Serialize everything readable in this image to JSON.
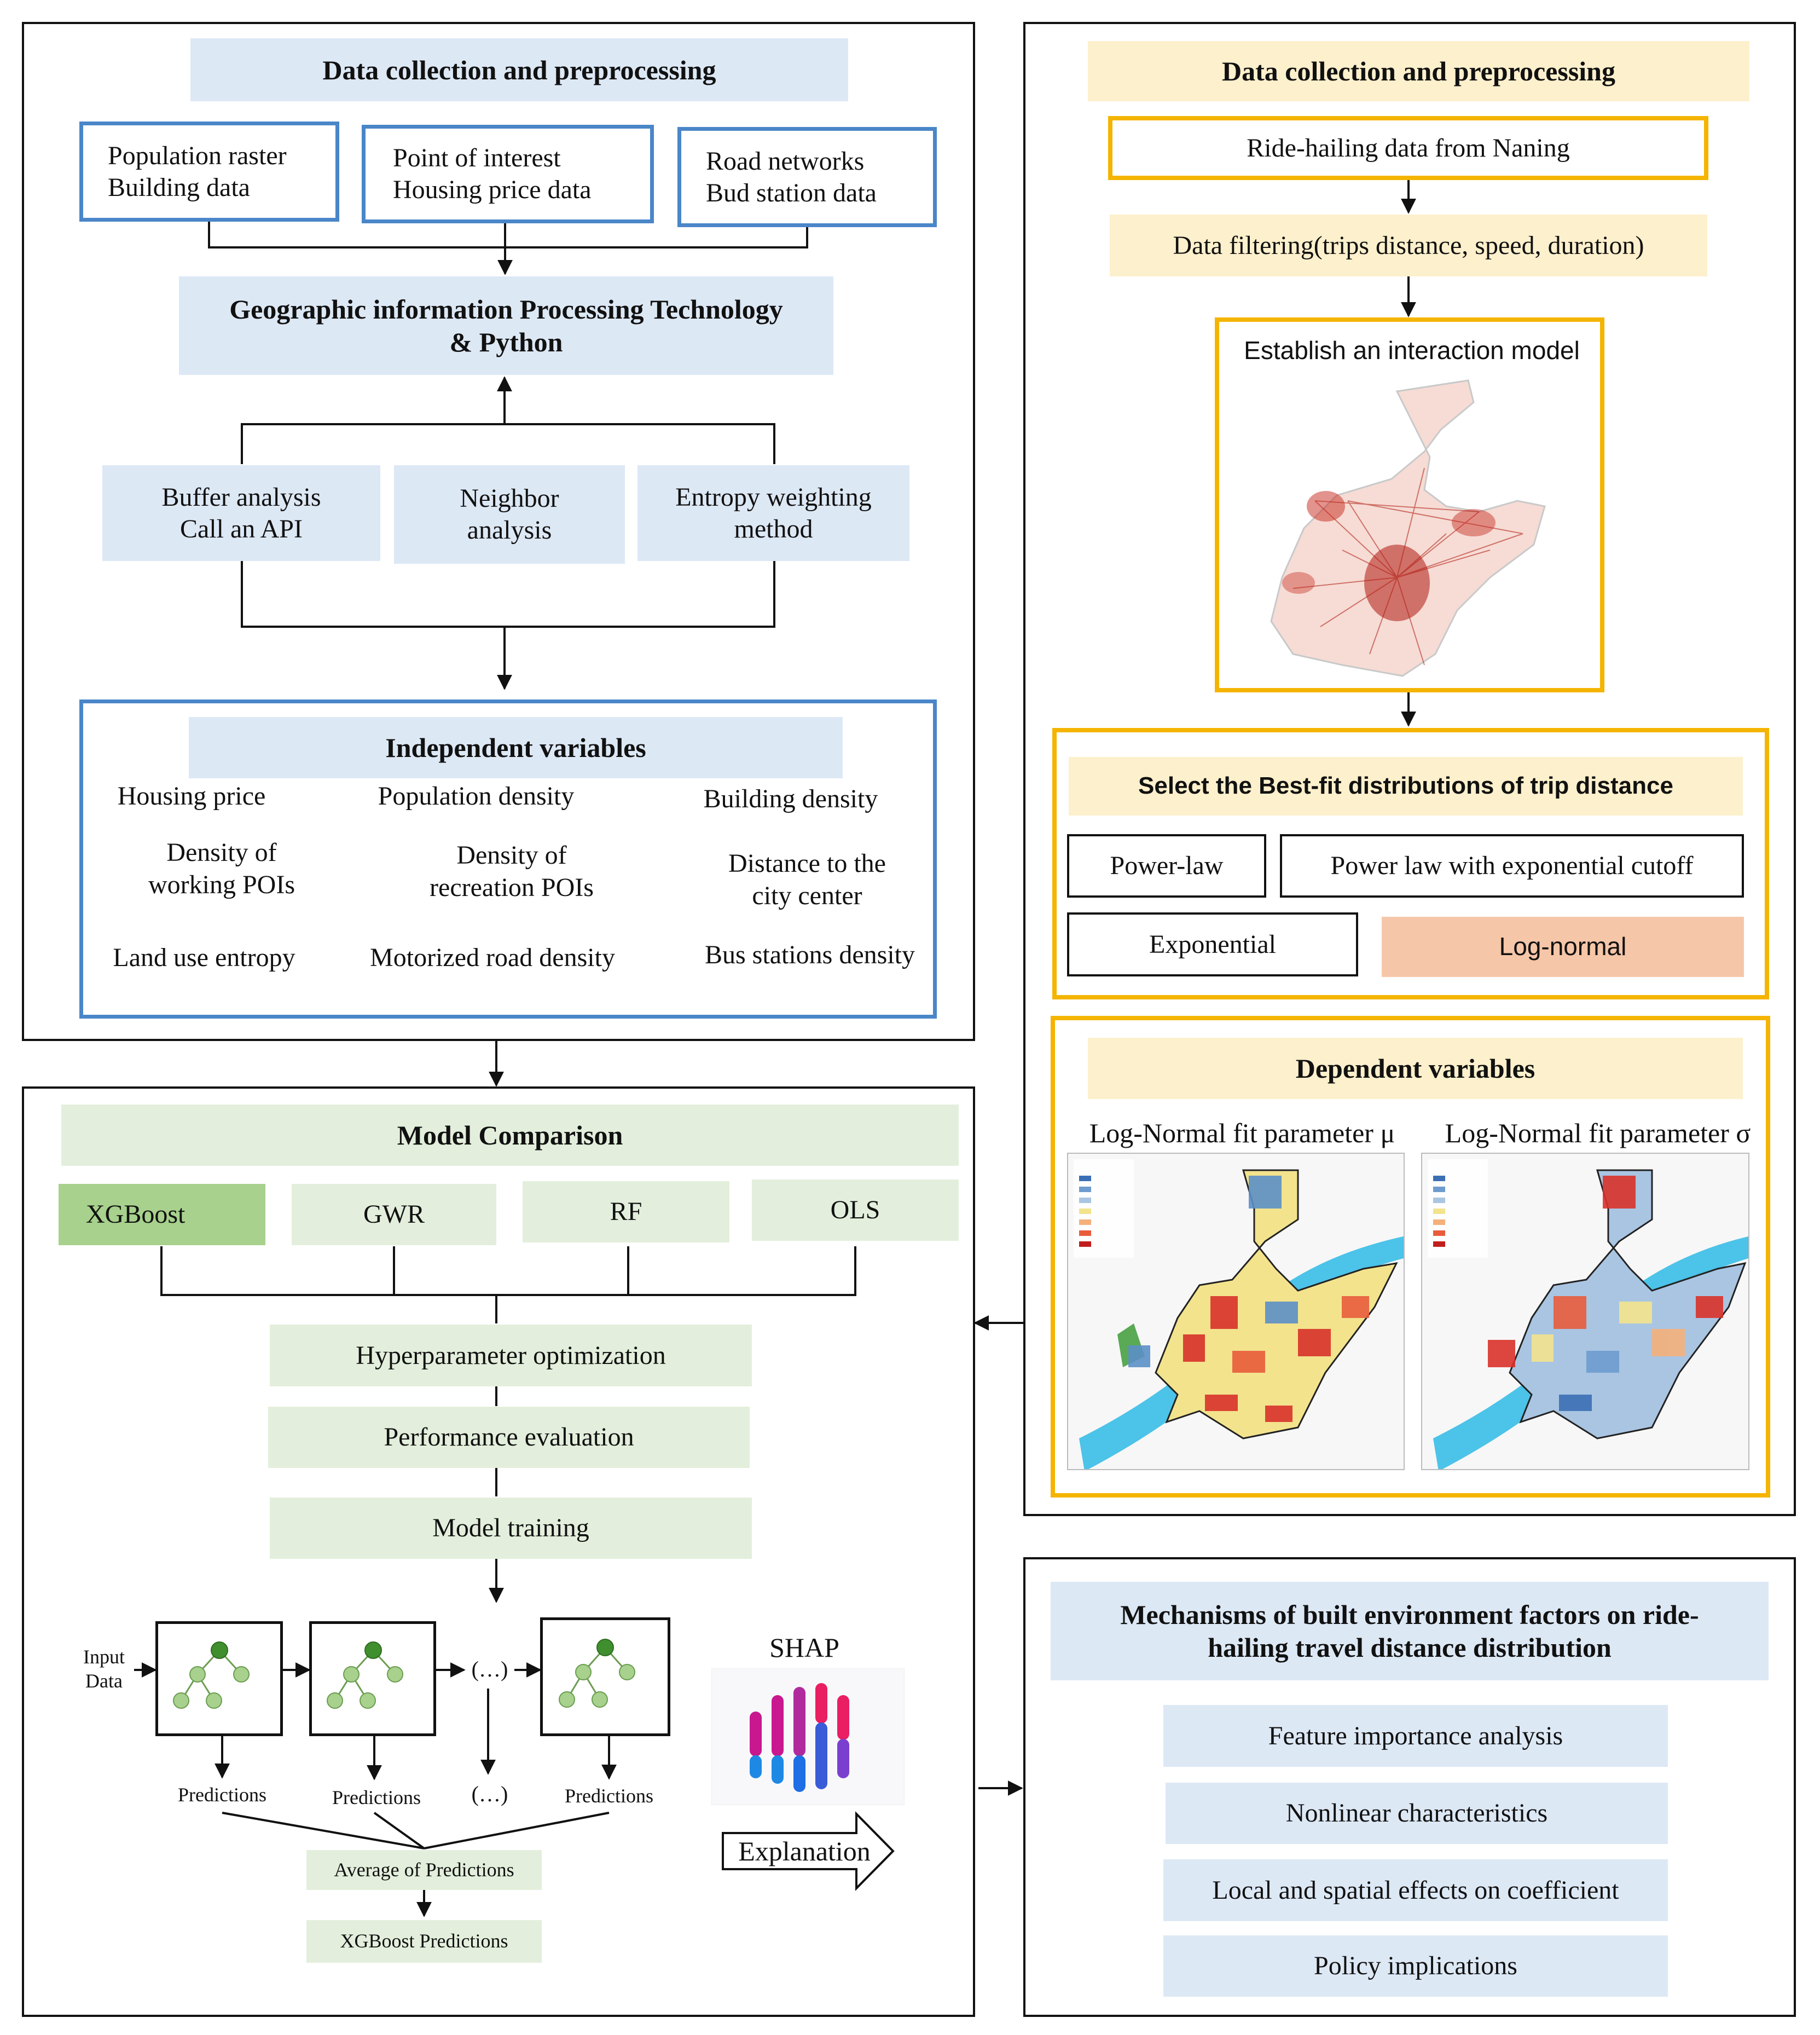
{
  "left_top": {
    "title": "Data collection and preprocessing",
    "sources": [
      "Population raster\nBuilding data",
      "Point of interest\nHousing price data",
      "Road networks\nBud station data"
    ],
    "gis": "Geographic information Processing Technology\n& Python",
    "methods": [
      "Buffer analysis\nCall an API",
      "Neighbor\nanalysis",
      "Entropy weighting\nmethod"
    ],
    "indep_title": "Independent variables",
    "indep_vars": [
      "Housing price",
      "Population density",
      "Building density",
      "Density of\nworking POIs",
      "Density of\nrecreation POIs",
      "Distance to the\ncity center",
      "Land use entropy",
      "Motorized road density",
      "Bus stations density"
    ]
  },
  "left_bottom": {
    "title": "Model Comparison",
    "models": [
      "XGBoost",
      "GWR",
      "RF",
      "OLS"
    ],
    "steps": [
      "Hyperparameter optimization",
      "Performance evaluation",
      "Model training"
    ],
    "input_label": "Input\nData",
    "ellipsis": "(…)",
    "predictions_label": "Predictions",
    "average": "Average of Predictions",
    "xgb_pred": "XGBoost Predictions",
    "shap": "SHAP",
    "explanation": "Explanation"
  },
  "right_top": {
    "title": "Data collection and preprocessing",
    "ride_hailing": "Ride-hailing data from Naning",
    "filtering": "Data filtering(trips distance, speed, duration)",
    "interaction": "Establish an interaction model",
    "bestfit_title": "Select the Best-fit distributions of trip distance",
    "distributions": [
      "Power-law",
      "Power law with exponential cutoff",
      "Exponential",
      "Log-normal"
    ],
    "dependent_title": "Dependent variables",
    "map_labels": [
      "Log-Normal fit parameter μ",
      "Log-Normal fit parameter σ"
    ]
  },
  "right_bottom": {
    "title": "Mechanisms of built environment factors on ride-\nhailing travel distance distribution",
    "items": [
      "Feature importance analysis",
      "Nonlinear characteristics",
      "Local and spatial effects on coefficient",
      "Policy implications"
    ]
  },
  "colors": {
    "blue_fill": "#dde8f5",
    "blue_border": "#4a86c8",
    "yellow_fill": "#fdf0cc",
    "yellow_border": "#f4b400",
    "green_fill": "#e3efdc",
    "green_dark": "#a7d18c",
    "salmon": "#f6c6a8"
  }
}
